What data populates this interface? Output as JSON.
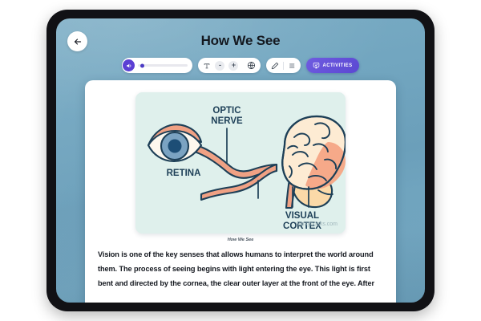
{
  "app": {
    "page_title": "How We See",
    "back_icon": "arrow-left-icon"
  },
  "toolbar": {
    "volume": {
      "speaker_icon": "speaker-icon",
      "slider_value": 5,
      "slider_min": 0,
      "slider_max": 100
    },
    "font": {
      "text_size_icon": "text-format-icon",
      "decrease_label": "-",
      "increase_label": "+",
      "language_icon": "globe-icon"
    },
    "edit": {
      "pencil_icon": "pencil-icon",
      "list_icon": "list-icon"
    },
    "activities": {
      "label": "ACTIVITIES",
      "icon": "monitor-icon",
      "color": "#5b48d2"
    }
  },
  "content": {
    "figure": {
      "caption": "How We See",
      "watermark": "workybooks.com",
      "background": "#dff0ec",
      "labels": {
        "retina": "RETINA",
        "optic_nerve_line1": "OPTIC",
        "optic_nerve_line2": "NERVE",
        "visual_cortex_line1": "VISUAL",
        "visual_cortex_line2": "CORTEX"
      },
      "colors": {
        "outline": "#1d3f57",
        "skin": "#f0a184",
        "brain": "#fdebd3",
        "cortex": "#f6a585",
        "iris": "#7ba3c2",
        "pupil": "#1d4e76",
        "label_text": "#1d3f57"
      }
    },
    "body_paragraph": "Vision is one of the key senses that allows humans to interpret the world around them. The process of seeing begins with light entering the eye. This light is first bent and directed by the cornea, the clear outer layer at the front of the eye. After"
  }
}
